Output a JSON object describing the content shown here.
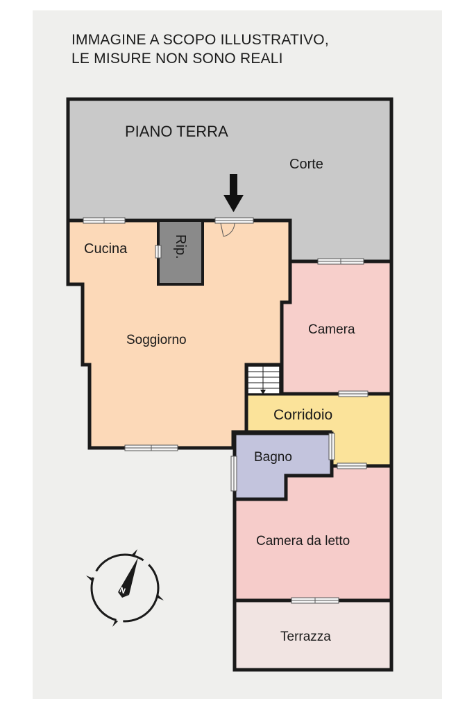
{
  "disclaimer": {
    "line1": "IMMAGINE A SCOPO ILLUSTRATIVO,",
    "line2": "LE MISURE NON SONO REALI"
  },
  "floor": {
    "title": "PIANO TERRA"
  },
  "rooms": {
    "corte": "Corte",
    "cucina": "Cucina",
    "ripostiglio": "Rip.",
    "soggiorno": "Soggiorno",
    "camera": "Camera",
    "corridoio": "Corridoio",
    "bagno": "Bagno",
    "camera_da_letto": "Camera da letto",
    "terrazza": "Terrazza"
  },
  "compass": {
    "north_letter": "N"
  },
  "colors": {
    "corte": "#c9c9c9",
    "living": "#fcd9b8",
    "ripostiglio": "#8a8a8a",
    "camera": "#f7cfcb",
    "corridoio": "#fbe39a",
    "bagno": "#c3c4dd",
    "camera_da_letto": "#f6ccca",
    "terrazza": "#f1e4e2",
    "wall": "#1a1a1a"
  }
}
